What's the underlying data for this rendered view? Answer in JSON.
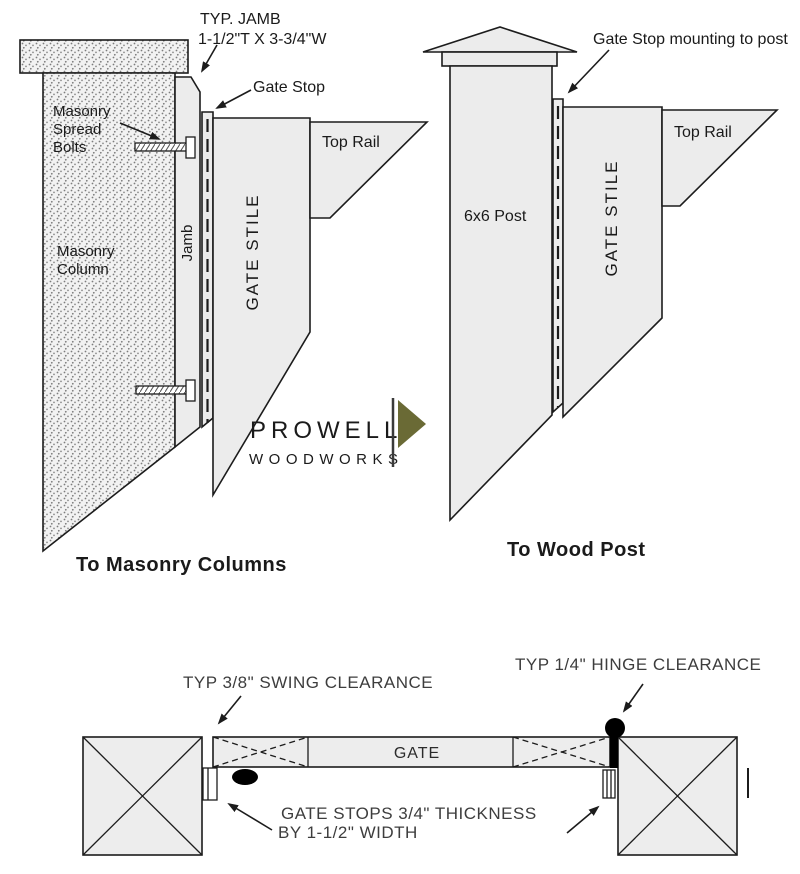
{
  "drawing": {
    "masonry": {
      "title": "To Masonry Columns",
      "jamb_note_1": "TYP. JAMB",
      "jamb_note_2": "1-1/2\"T X 3-3/4\"W",
      "gate_stop": "Gate Stop",
      "bolts_1": "Masonry",
      "bolts_2": "Spread",
      "bolts_3": "Bolts",
      "column_1": "Masonry",
      "column_2": "Column",
      "jamb": "Jamb",
      "gate_stile": "GATE STILE",
      "top_rail": "Top Rail"
    },
    "wood": {
      "title": "To Wood Post",
      "mounting_note": "Gate Stop mounting to post",
      "post": "6x6 Post",
      "gate_stile": "GATE STILE",
      "top_rail": "Top Rail"
    },
    "plan": {
      "swing_note": "TYP 3/8\" SWING CLEARANCE",
      "hinge_note": "TYP 1/4\" HINGE CLEARANCE",
      "stops_note_1": "GATE STOPS 3/4\" THICKNESS",
      "stops_note_2": "BY 1-1/2\" WIDTH",
      "gate": "GATE"
    },
    "logo": {
      "name": "PROWELL",
      "tagline": "WOODWORKS"
    },
    "colors": {
      "logo_maroon": "#6e3c42",
      "logo_olive": "#6a6a35",
      "line": "#1c1c1c",
      "wood_fill": "#ececec"
    }
  }
}
